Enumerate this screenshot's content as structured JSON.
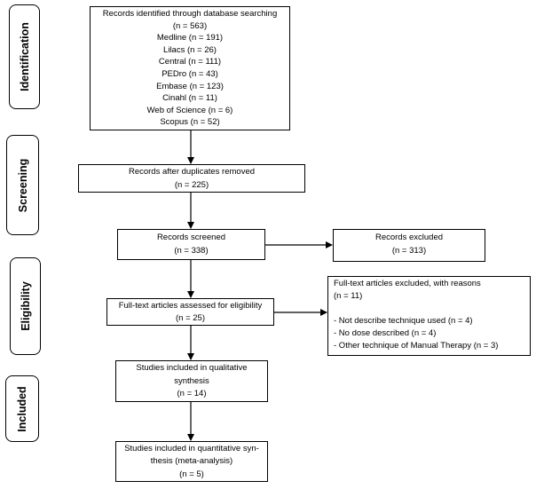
{
  "phases": {
    "identification": "Identification",
    "screening": "Screening",
    "eligibility": "Eligibility",
    "included": "Included"
  },
  "boxes": {
    "identified": {
      "lines": [
        "Records identified through database searching",
        "(n = 563)",
        "Medline (n = 191)",
        "Lilacs (n = 26)",
        "Central (n = 111)",
        "PEDro (n = 43)",
        "Embase (n = 123)",
        "Cinahl (n = 11)",
        "Web of Science (n = 6)",
        "Scopus (n = 52)"
      ]
    },
    "duplicates_removed": {
      "lines": [
        "Records after duplicates removed",
        "(n = 225)"
      ]
    },
    "screened": {
      "lines": [
        "Records screened",
        "(n = 338)"
      ]
    },
    "excluded": {
      "lines": [
        "Records excluded",
        "(n = 313)"
      ]
    },
    "fulltext_assessed": {
      "lines": [
        "Full-text articles assessed for eligibility",
        "(n = 25)"
      ]
    },
    "fulltext_excluded": {
      "lines": [
        "Full-text articles excluded, with reasons",
        "(n = 11)",
        "",
        "- Not describe technique used (n = 4)",
        "- No dose described (n = 4)",
        "- Other technique of Manual Therapy (n = 3)"
      ]
    },
    "qualitative": {
      "lines": [
        "Studies included in qualitative",
        "synthesis",
        "(n = 14)"
      ]
    },
    "quantitative": {
      "lines": [
        "Studies included in quantitative syn-",
        "thesis (meta-analysis)",
        "(n = 5)"
      ]
    }
  }
}
